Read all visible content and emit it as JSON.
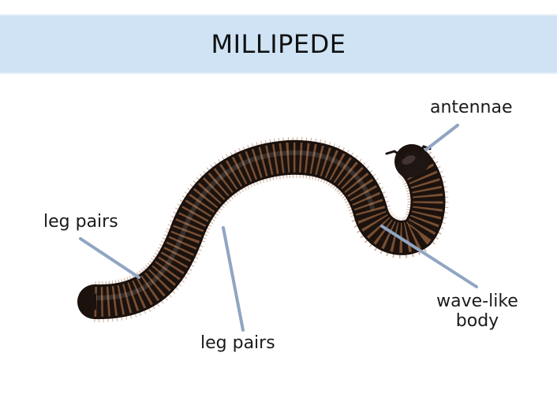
{
  "title": "MILLIPEDE",
  "labels": {
    "antennae": "antennae",
    "leg_pairs_left": "leg pairs",
    "leg_pairs_bottom": "leg pairs",
    "wave_line1": "wave-like",
    "wave_line2": "body"
  },
  "colors": {
    "title_band": "#cfe3f5",
    "leader_line": "#8fa5c2",
    "body_dark": "#2a1e18",
    "segment_highlight": "#8a5a3a",
    "legs": "#c8a088"
  }
}
